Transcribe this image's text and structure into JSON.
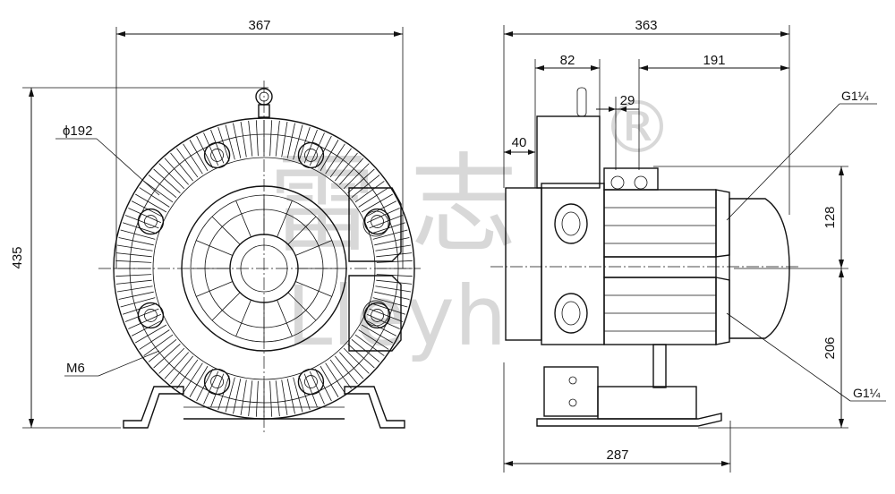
{
  "front_view": {
    "width_label": "367",
    "height_label": "435",
    "diameter_label": "ϕ192",
    "bolt_label": "M6"
  },
  "side_view": {
    "overall_width_label": "363",
    "flange_width_label": "82",
    "port_offset_label": "191",
    "small_offset_label": "29",
    "inlet_offset_label": "40",
    "upper_height_label": "128",
    "lower_height_label": "206",
    "base_length_label": "287",
    "port_top_label": "G1¼",
    "port_bottom_label": "G1¼"
  },
  "watermark": {
    "chinese_text": "雷 志",
    "latin_text": "Lleyh",
    "registered_mark": "®"
  }
}
